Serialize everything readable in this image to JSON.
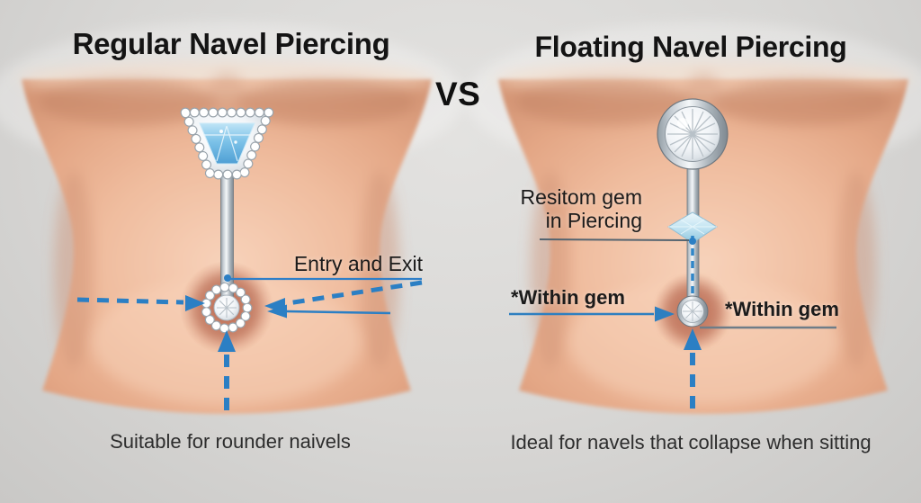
{
  "vs_label": "VS",
  "left_panel": {
    "title": "Regular Navel Piercing",
    "labels": {
      "entry_exit": "Entry and Exit"
    },
    "caption": "Suitable for rounder naivels"
  },
  "right_panel": {
    "title": "Floating Navel Piercing",
    "labels": {
      "gem_line1": "Resitom gem",
      "gem_line2": "in Piercing",
      "within_gem_left": "*Within gem",
      "within_gem_right": "*Within gem"
    },
    "caption": "Ideal for navels that collapse when sitting"
  },
  "colors": {
    "background": "#d8d7d5",
    "title_text": "#141414",
    "annotation_text": "#1b1b1b",
    "arrow_blue": "#2b7fc4",
    "leader_gray": "#5f6d77",
    "skin_light": "#f6cfb6",
    "skin_dark": "#d69878",
    "navel_red": "#a6523b",
    "metal_silver": "#c7ced4",
    "gem_blue": "#7cc2e8",
    "gem_ice_blue": "#c3e4f2"
  }
}
